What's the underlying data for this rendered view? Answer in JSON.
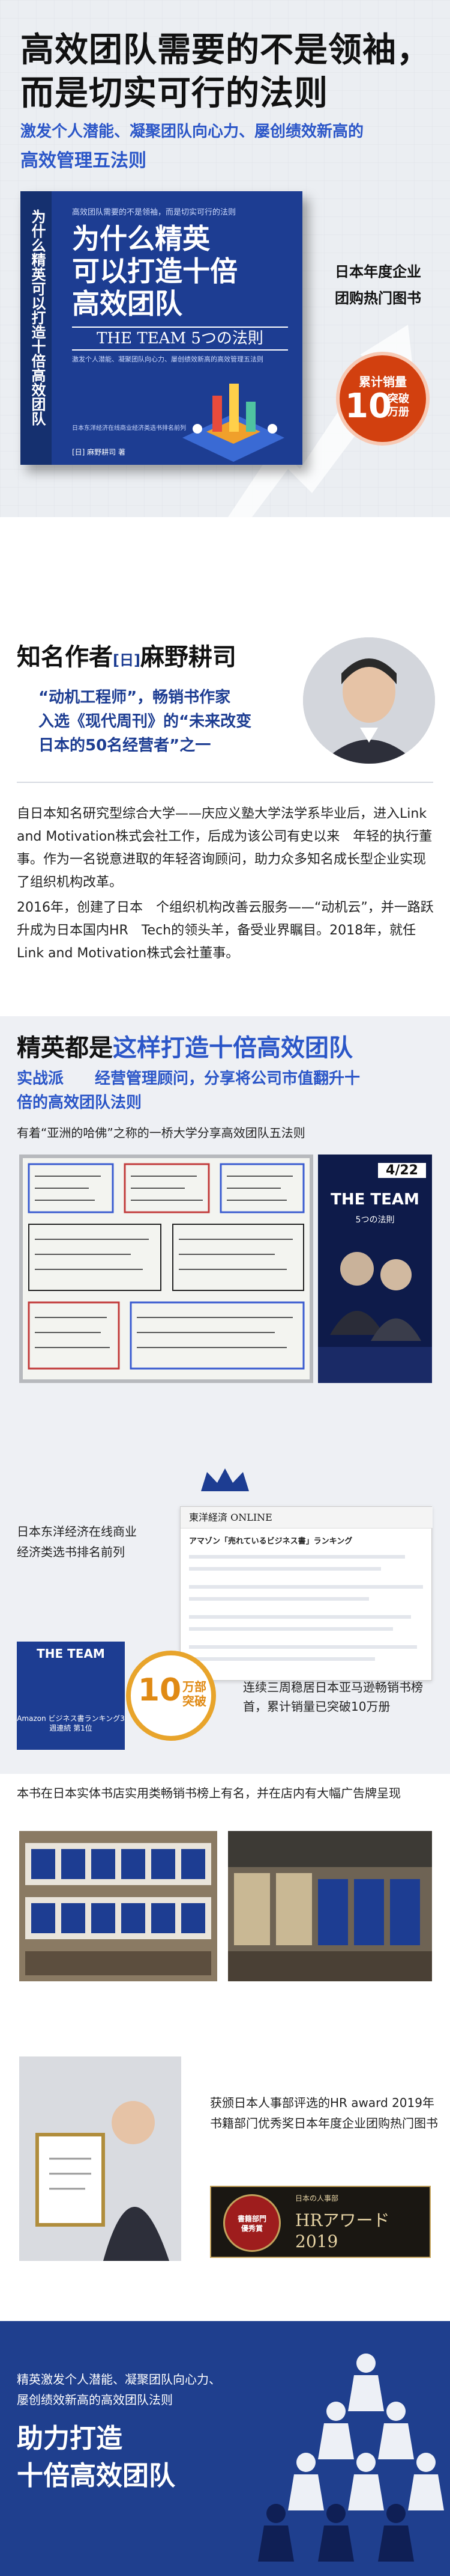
{
  "hero": {
    "title_line1": "高效团队需要的不是领袖，",
    "title_line2": "而是切实可行的法则",
    "subtitle_line1": "激发个人潜能、凝聚团队向心力、屡创绩效新高的",
    "subtitle_line2": "高效管理五法则"
  },
  "book": {
    "top_text": "高效团队需要的不是领袖，而是切实可行的法则",
    "title_line1": "为什么精英",
    "title_line2": "可以打造十倍",
    "title_line3": "高效团队",
    "spine_text": "为什么精英可以打造十倍高效团队",
    "english_title": "THE TEAM 5つの法則",
    "desc": "激发个人潜能、凝聚团队向心力、屡创绩效新高的高效管理五法则",
    "foot_text": "日本东洋经济在线商业经济类选书排名前列",
    "publisher": "[日] 麻野耕司 著"
  },
  "award": {
    "label_line1": "日本年度企业",
    "label_line2": "团购热门图书",
    "badge_top": "累计销量",
    "badge_num": "10",
    "badge_unit1": "突破",
    "badge_unit2": "万册"
  },
  "author": {
    "title": "知名作者",
    "tag": "[日]",
    "name": "麻野耕司",
    "quote_line1": "“动机工程师”，畅销书作家",
    "quote_line2": "入选《现代周刊》的“未来改变",
    "quote_line3": "日本的50名经营者”之一",
    "bio_p1": "自日本知名研究型综合大学——庆应义塾大学法学系毕业后，进入Link and Motivation株式会社工作，后成为该公司有史以来　年轻的执行董事。作为一名锐意进取的年轻咨询顾问，助力众多知名成长型企业实现了组织机构改革。",
    "bio_p2": "2016年，创建了日本　个组织机构改善云服务——“动机云”，并一路跃升成为日本国内HR　Tech的领头羊，备受业界瞩目。2018年，就任Link and Motivation株式会社董事。"
  },
  "elite": {
    "title_a": "精英都是",
    "title_b": "这样打造十倍高效团队",
    "subtitle_line1": "实战派　　经营管理顾问，分享将公司市值翻升十",
    "subtitle_line2": "倍的高效团队法则",
    "note": "有着“亚洲的哈佛”之称的一桥大学分享高效团队五法则",
    "event_date": "4/22",
    "event_title": "THE TEAM",
    "event_sub": "5つの法則"
  },
  "rank": {
    "text_line1": "日本东洋经济在线商业",
    "text_line2": "经济类选书排名前列",
    "site_name": "東洋経済 ONLINE",
    "headline": "アマゾン「売れているビジネス書」ランキング"
  },
  "amazon": {
    "card_title": "THE TEAM",
    "card_caption": "Amazon ビジネス書ランキング3週連続 第1位",
    "badge_num": "10",
    "badge_unit1": "万部",
    "badge_unit2": "突破",
    "text": "连续三周稳居日本亚马逊畅销书榜首，累计销量已突破10万册"
  },
  "store": {
    "text": "本书在日本实体书店实用类畅销书榜上有名，并在店内有大幅广告牌呈现"
  },
  "hr": {
    "text": "获颁日本人事部评选的HR award 2019年书籍部门优秀奖日本年度企业团购热门图书",
    "badge_line": "日本の人事部",
    "badge_title": "HRアワード2019",
    "seal_line1": "書籍部門",
    "seal_line2": "優秀賞"
  },
  "footer": {
    "sub_line1": "精英激发个人潜能、凝聚团队向心力、",
    "sub_line2": "屡创绩效新高的高效团队法则",
    "title_line1": "助力打造",
    "title_line2": "十倍高效团队"
  },
  "colors": {
    "brand_blue": "#1d3d92",
    "accent_blue": "#2b56c8",
    "badge_orange": "#d2400f"
  }
}
